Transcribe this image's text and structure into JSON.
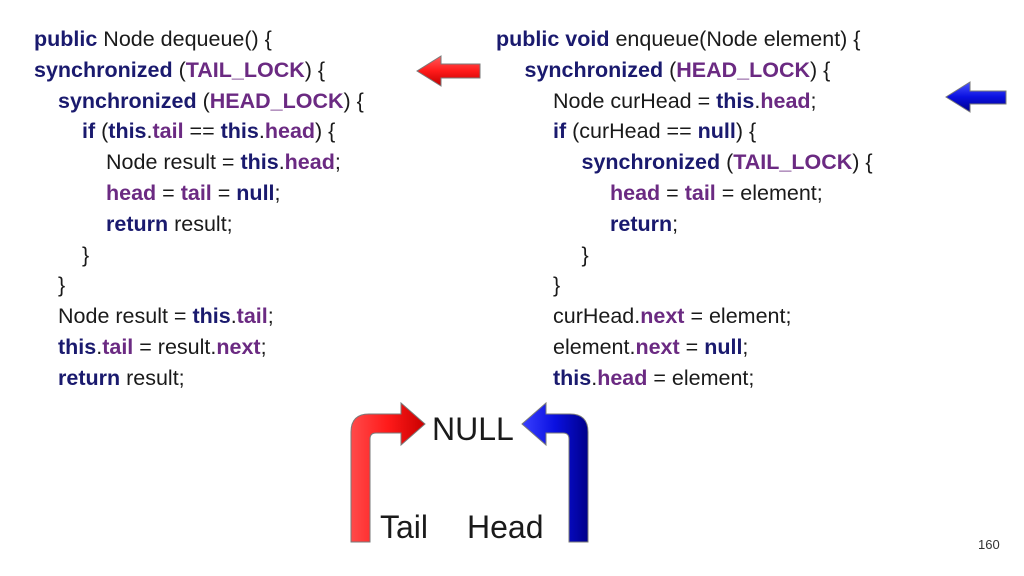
{
  "dequeue_code": [
    {
      "indent": 0,
      "segments": [
        {
          "t": "kw",
          "v": "public"
        },
        {
          "t": "plain",
          "v": " Node dequeue() {"
        }
      ]
    },
    {
      "indent": 0,
      "segments": [
        {
          "t": "kw",
          "v": "synchronized"
        },
        {
          "t": "plain",
          "v": " ("
        },
        {
          "t": "fld",
          "v": "TAIL_LOCK"
        },
        {
          "t": "plain",
          "v": ") {"
        }
      ]
    },
    {
      "indent": 1,
      "segments": [
        {
          "t": "kw",
          "v": "synchronized"
        },
        {
          "t": "plain",
          "v": " ("
        },
        {
          "t": "fld",
          "v": "HEAD_LOCK"
        },
        {
          "t": "plain",
          "v": ") {"
        }
      ]
    },
    {
      "indent": 2,
      "segments": [
        {
          "t": "kw",
          "v": "if"
        },
        {
          "t": "plain",
          "v": " ("
        },
        {
          "t": "kw",
          "v": "this"
        },
        {
          "t": "plain",
          "v": "."
        },
        {
          "t": "fld",
          "v": "tail"
        },
        {
          "t": "plain",
          "v": " == "
        },
        {
          "t": "kw",
          "v": "this"
        },
        {
          "t": "plain",
          "v": "."
        },
        {
          "t": "fld",
          "v": "head"
        },
        {
          "t": "plain",
          "v": ") {"
        }
      ]
    },
    {
      "indent": 3,
      "segments": [
        {
          "t": "plain",
          "v": "Node result = "
        },
        {
          "t": "kw",
          "v": "this"
        },
        {
          "t": "plain",
          "v": "."
        },
        {
          "t": "fld",
          "v": "head"
        },
        {
          "t": "plain",
          "v": ";"
        }
      ]
    },
    {
      "indent": 3,
      "segments": [
        {
          "t": "fld",
          "v": "head"
        },
        {
          "t": "plain",
          "v": " = "
        },
        {
          "t": "fld",
          "v": "tail"
        },
        {
          "t": "plain",
          "v": " = "
        },
        {
          "t": "kw",
          "v": "null"
        },
        {
          "t": "plain",
          "v": ";"
        }
      ]
    },
    {
      "indent": 3,
      "segments": [
        {
          "t": "kw",
          "v": "return"
        },
        {
          "t": "plain",
          "v": " result;"
        }
      ]
    },
    {
      "indent": 2,
      "segments": [
        {
          "t": "plain",
          "v": "}"
        }
      ]
    },
    {
      "indent": 1,
      "segments": [
        {
          "t": "plain",
          "v": "}"
        }
      ]
    },
    {
      "indent": 1,
      "segments": [
        {
          "t": "plain",
          "v": "Node result = "
        },
        {
          "t": "kw",
          "v": "this"
        },
        {
          "t": "plain",
          "v": "."
        },
        {
          "t": "fld",
          "v": "tail"
        },
        {
          "t": "plain",
          "v": ";"
        }
      ]
    },
    {
      "indent": 1,
      "segments": [
        {
          "t": "kw",
          "v": "this"
        },
        {
          "t": "plain",
          "v": "."
        },
        {
          "t": "fld",
          "v": "tail"
        },
        {
          "t": "plain",
          "v": " = result."
        },
        {
          "t": "fld",
          "v": "next"
        },
        {
          "t": "plain",
          "v": ";"
        }
      ]
    },
    {
      "indent": 1,
      "segments": [
        {
          "t": "kw",
          "v": "return"
        },
        {
          "t": "plain",
          "v": " result;"
        }
      ]
    }
  ],
  "enqueue_code": [
    {
      "indent": 0,
      "segments": [
        {
          "t": "kw",
          "v": "public void"
        },
        {
          "t": "plain",
          "v": " enqueue(Node element) {"
        }
      ]
    },
    {
      "indent": 1,
      "segments": [
        {
          "t": "kw",
          "v": "synchronized"
        },
        {
          "t": "plain",
          "v": " ("
        },
        {
          "t": "fld",
          "v": "HEAD_LOCK"
        },
        {
          "t": "plain",
          "v": ") {"
        }
      ]
    },
    {
      "indent": 2,
      "segments": [
        {
          "t": "plain",
          "v": "Node curHead = "
        },
        {
          "t": "kw",
          "v": "this"
        },
        {
          "t": "plain",
          "v": "."
        },
        {
          "t": "fld",
          "v": "head"
        },
        {
          "t": "plain",
          "v": ";"
        }
      ]
    },
    {
      "indent": 2,
      "segments": [
        {
          "t": "kw",
          "v": "if"
        },
        {
          "t": "plain",
          "v": " (curHead == "
        },
        {
          "t": "kw",
          "v": "null"
        },
        {
          "t": "plain",
          "v": ") {"
        }
      ]
    },
    {
      "indent": 3,
      "segments": [
        {
          "t": "kw",
          "v": "synchronized"
        },
        {
          "t": "plain",
          "v": " ("
        },
        {
          "t": "fld",
          "v": "TAIL_LOCK"
        },
        {
          "t": "plain",
          "v": ") {"
        }
      ]
    },
    {
      "indent": 4,
      "segments": [
        {
          "t": "fld",
          "v": "head"
        },
        {
          "t": "plain",
          "v": " = "
        },
        {
          "t": "fld",
          "v": "tail"
        },
        {
          "t": "plain",
          "v": " = element;"
        }
      ]
    },
    {
      "indent": 4,
      "segments": [
        {
          "t": "kw",
          "v": "return"
        },
        {
          "t": "plain",
          "v": ";"
        }
      ]
    },
    {
      "indent": 3,
      "segments": [
        {
          "t": "plain",
          "v": "}"
        }
      ]
    },
    {
      "indent": 2,
      "segments": [
        {
          "t": "plain",
          "v": "}"
        }
      ]
    },
    {
      "indent": 2,
      "segments": [
        {
          "t": "plain",
          "v": "curHead."
        },
        {
          "t": "fld",
          "v": "next"
        },
        {
          "t": "plain",
          "v": " = element;"
        }
      ]
    },
    {
      "indent": 2,
      "segments": [
        {
          "t": "plain",
          "v": "element."
        },
        {
          "t": "fld",
          "v": "next"
        },
        {
          "t": "plain",
          "v": " = "
        },
        {
          "t": "kw",
          "v": "null"
        },
        {
          "t": "plain",
          "v": ";"
        }
      ]
    },
    {
      "indent": 2,
      "segments": [
        {
          "t": "kw",
          "v": "this"
        },
        {
          "t": "plain",
          "v": "."
        },
        {
          "t": "fld",
          "v": "head"
        },
        {
          "t": "plain",
          "v": " = element;"
        }
      ]
    }
  ],
  "diagram": {
    "null_label": "NULL",
    "tail_label": "Tail",
    "head_label": "Head"
  },
  "colors": {
    "keyword": "#1a1a6e",
    "field": "#6b2a82",
    "text": "#1a1a1a",
    "tail_arrow": "#ff1a1a",
    "head_arrow": "#0a10e0",
    "arrow_outline": "#7a7a7a"
  },
  "page_number": "160"
}
